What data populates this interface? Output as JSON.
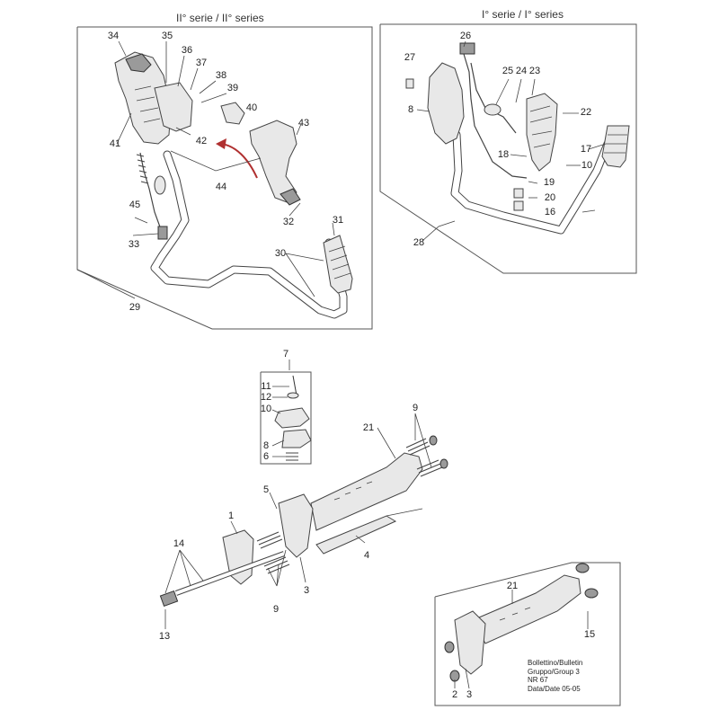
{
  "panels": {
    "left_title": "II° serie / II° series",
    "right_title": "I° serie / I° series"
  },
  "callouts": {
    "n34": "34",
    "n35": "35",
    "n36": "36",
    "n37": "37",
    "n38": "38",
    "n39": "39",
    "n40": "40",
    "n41": "41",
    "n42": "42",
    "n43": "43",
    "n44": "44",
    "n45": "45",
    "n33": "33",
    "n32": "32",
    "n31": "31",
    "n30": "30",
    "n29": "29",
    "n26": "26",
    "n27": "27",
    "n25": "25",
    "n24": "24",
    "n23": "23",
    "n8r": "8",
    "n22": "22",
    "n17": "17",
    "n18": "18",
    "n10r": "10",
    "n19": "19",
    "n20": "20",
    "n16": "16",
    "n28": "28",
    "n7": "7",
    "n11": "11",
    "n12": "12",
    "n10": "10",
    "n8": "8",
    "n6": "6",
    "n21": "21",
    "n9a": "9",
    "n5": "5",
    "n1": "1",
    "n4": "4",
    "n14": "14",
    "n9b": "9",
    "n3": "3",
    "n13": "13",
    "n21b": "21",
    "n15": "15",
    "n2": "2",
    "n3b": "3"
  },
  "bulletin": {
    "line1": "Bollettino/Bulletin",
    "line2": "Gruppo/Group 3",
    "line3": "NR  67",
    "line4": "Data/Date 05-05"
  }
}
